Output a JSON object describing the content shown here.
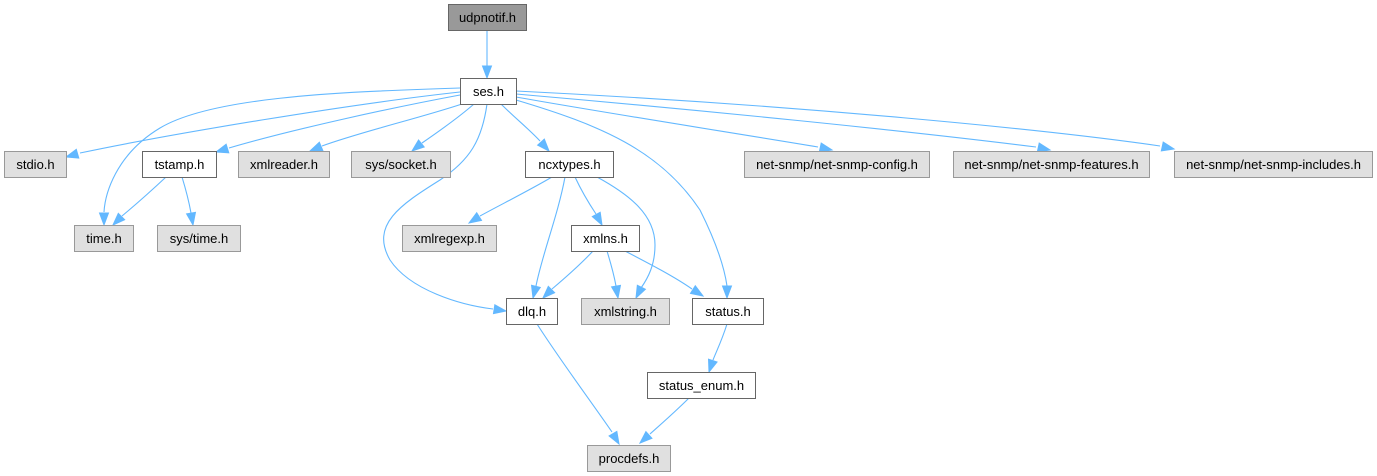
{
  "diagram": {
    "type": "include-dependency-graph",
    "colors": {
      "root_fill": "#999999",
      "root_border": "#666666",
      "internal_fill": "#ffffff",
      "internal_border": "#666666",
      "external_fill": "#e0e0e0",
      "external_border": "#999999",
      "edge": "#63b8ff"
    },
    "nodes": [
      {
        "id": "udpnotif",
        "label": "udpnotif.h",
        "kind": "root"
      },
      {
        "id": "ses",
        "label": "ses.h",
        "kind": "internal"
      },
      {
        "id": "stdio",
        "label": "stdio.h",
        "kind": "external"
      },
      {
        "id": "tstamp",
        "label": "tstamp.h",
        "kind": "internal"
      },
      {
        "id": "xmlreader",
        "label": "xmlreader.h",
        "kind": "external"
      },
      {
        "id": "syssocket",
        "label": "sys/socket.h",
        "kind": "external"
      },
      {
        "id": "ncxtypes",
        "label": "ncxtypes.h",
        "kind": "internal"
      },
      {
        "id": "snmpconfig",
        "label": "net-snmp/net-snmp-config.h",
        "kind": "external"
      },
      {
        "id": "snmpfeatures",
        "label": "net-snmp/net-snmp-features.h",
        "kind": "external"
      },
      {
        "id": "snmpincludes",
        "label": "net-snmp/net-snmp-includes.h",
        "kind": "external"
      },
      {
        "id": "time",
        "label": "time.h",
        "kind": "external"
      },
      {
        "id": "systime",
        "label": "sys/time.h",
        "kind": "external"
      },
      {
        "id": "xmlregexp",
        "label": "xmlregexp.h",
        "kind": "external"
      },
      {
        "id": "xmlns",
        "label": "xmlns.h",
        "kind": "internal"
      },
      {
        "id": "dlq",
        "label": "dlq.h",
        "kind": "internal"
      },
      {
        "id": "xmlstring",
        "label": "xmlstring.h",
        "kind": "external"
      },
      {
        "id": "status",
        "label": "status.h",
        "kind": "internal"
      },
      {
        "id": "statusenum",
        "label": "status_enum.h",
        "kind": "internal"
      },
      {
        "id": "procdefs",
        "label": "procdefs.h",
        "kind": "external"
      }
    ],
    "edges": [
      {
        "from": "udpnotif",
        "to": "ses"
      },
      {
        "from": "ses",
        "to": "stdio"
      },
      {
        "from": "ses",
        "to": "time"
      },
      {
        "from": "ses",
        "to": "tstamp"
      },
      {
        "from": "ses",
        "to": "xmlreader"
      },
      {
        "from": "ses",
        "to": "syssocket"
      },
      {
        "from": "ses",
        "to": "dlq"
      },
      {
        "from": "ses",
        "to": "ncxtypes"
      },
      {
        "from": "ses",
        "to": "status"
      },
      {
        "from": "ses",
        "to": "snmpconfig"
      },
      {
        "from": "ses",
        "to": "snmpfeatures"
      },
      {
        "from": "ses",
        "to": "snmpincludes"
      },
      {
        "from": "tstamp",
        "to": "time"
      },
      {
        "from": "tstamp",
        "to": "systime"
      },
      {
        "from": "ncxtypes",
        "to": "xmlregexp"
      },
      {
        "from": "ncxtypes",
        "to": "dlq"
      },
      {
        "from": "ncxtypes",
        "to": "xmlns"
      },
      {
        "from": "ncxtypes",
        "to": "xmlstring"
      },
      {
        "from": "xmlns",
        "to": "dlq"
      },
      {
        "from": "xmlns",
        "to": "xmlstring"
      },
      {
        "from": "xmlns",
        "to": "status"
      },
      {
        "from": "dlq",
        "to": "procdefs"
      },
      {
        "from": "status",
        "to": "statusenum"
      },
      {
        "from": "statusenum",
        "to": "procdefs"
      }
    ]
  }
}
